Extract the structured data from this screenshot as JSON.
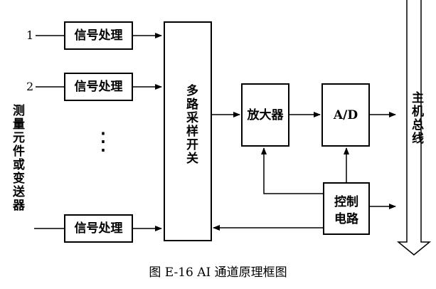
{
  "inputs": [
    {
      "number": "1",
      "block": "信号处理"
    },
    {
      "number": "2",
      "block": "信号处理"
    },
    {
      "number": "",
      "block": "信号处理"
    }
  ],
  "ellipsis": "⋮",
  "sensor_label": "测量元件或变送器",
  "mux_label": "多路采样开关",
  "amp_label": "放大器",
  "adc_label": "A/D",
  "ctrl_label_line1": "控制",
  "ctrl_label_line2": "电路",
  "bus_label": "主机总线",
  "caption": "图 E-16 AI 通道原理框图"
}
